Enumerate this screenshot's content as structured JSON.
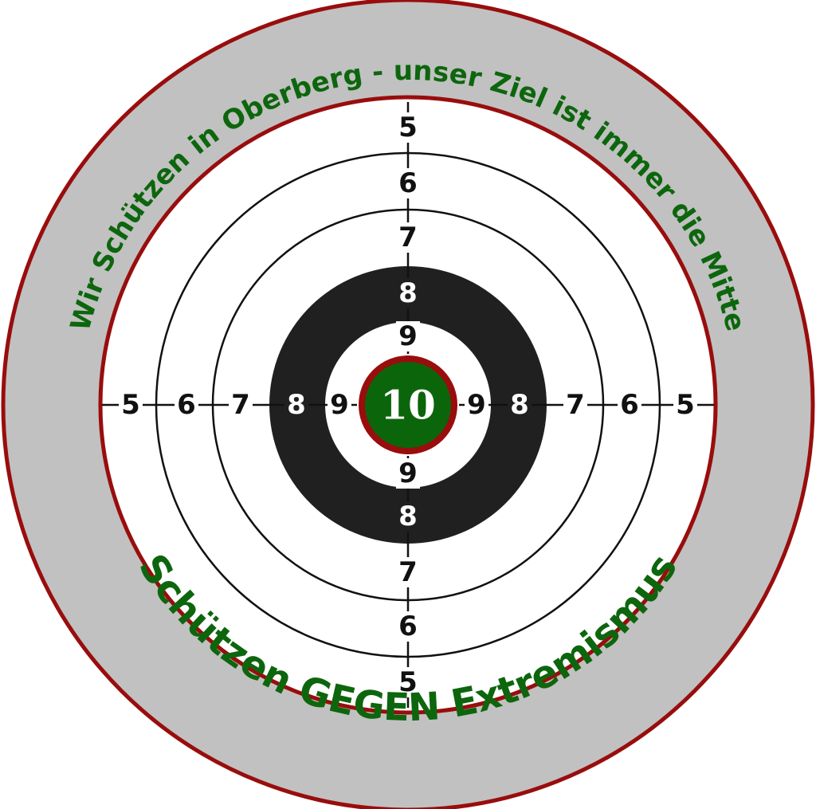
{
  "slogan_top": "Wir Schützen in Oberberg - unser Ziel ist immer die Mitte",
  "slogan_bottom": "Schützen GEGEN Extremismus",
  "rings": [
    {
      "score": "5",
      "label": "5"
    },
    {
      "score": "6",
      "label": "6"
    },
    {
      "score": "7",
      "label": "7"
    },
    {
      "score": "8",
      "label": "8"
    },
    {
      "score": "9",
      "label": "9"
    }
  ],
  "bullseye": "10",
  "colors": {
    "band_gray": "#c1c1c1",
    "border_red": "#990d0d",
    "slogan_green": "#0d660d",
    "black_ring": "#202020",
    "bullseye_green": "#0b660b",
    "line_black": "#111111",
    "white": "#ffffff"
  }
}
